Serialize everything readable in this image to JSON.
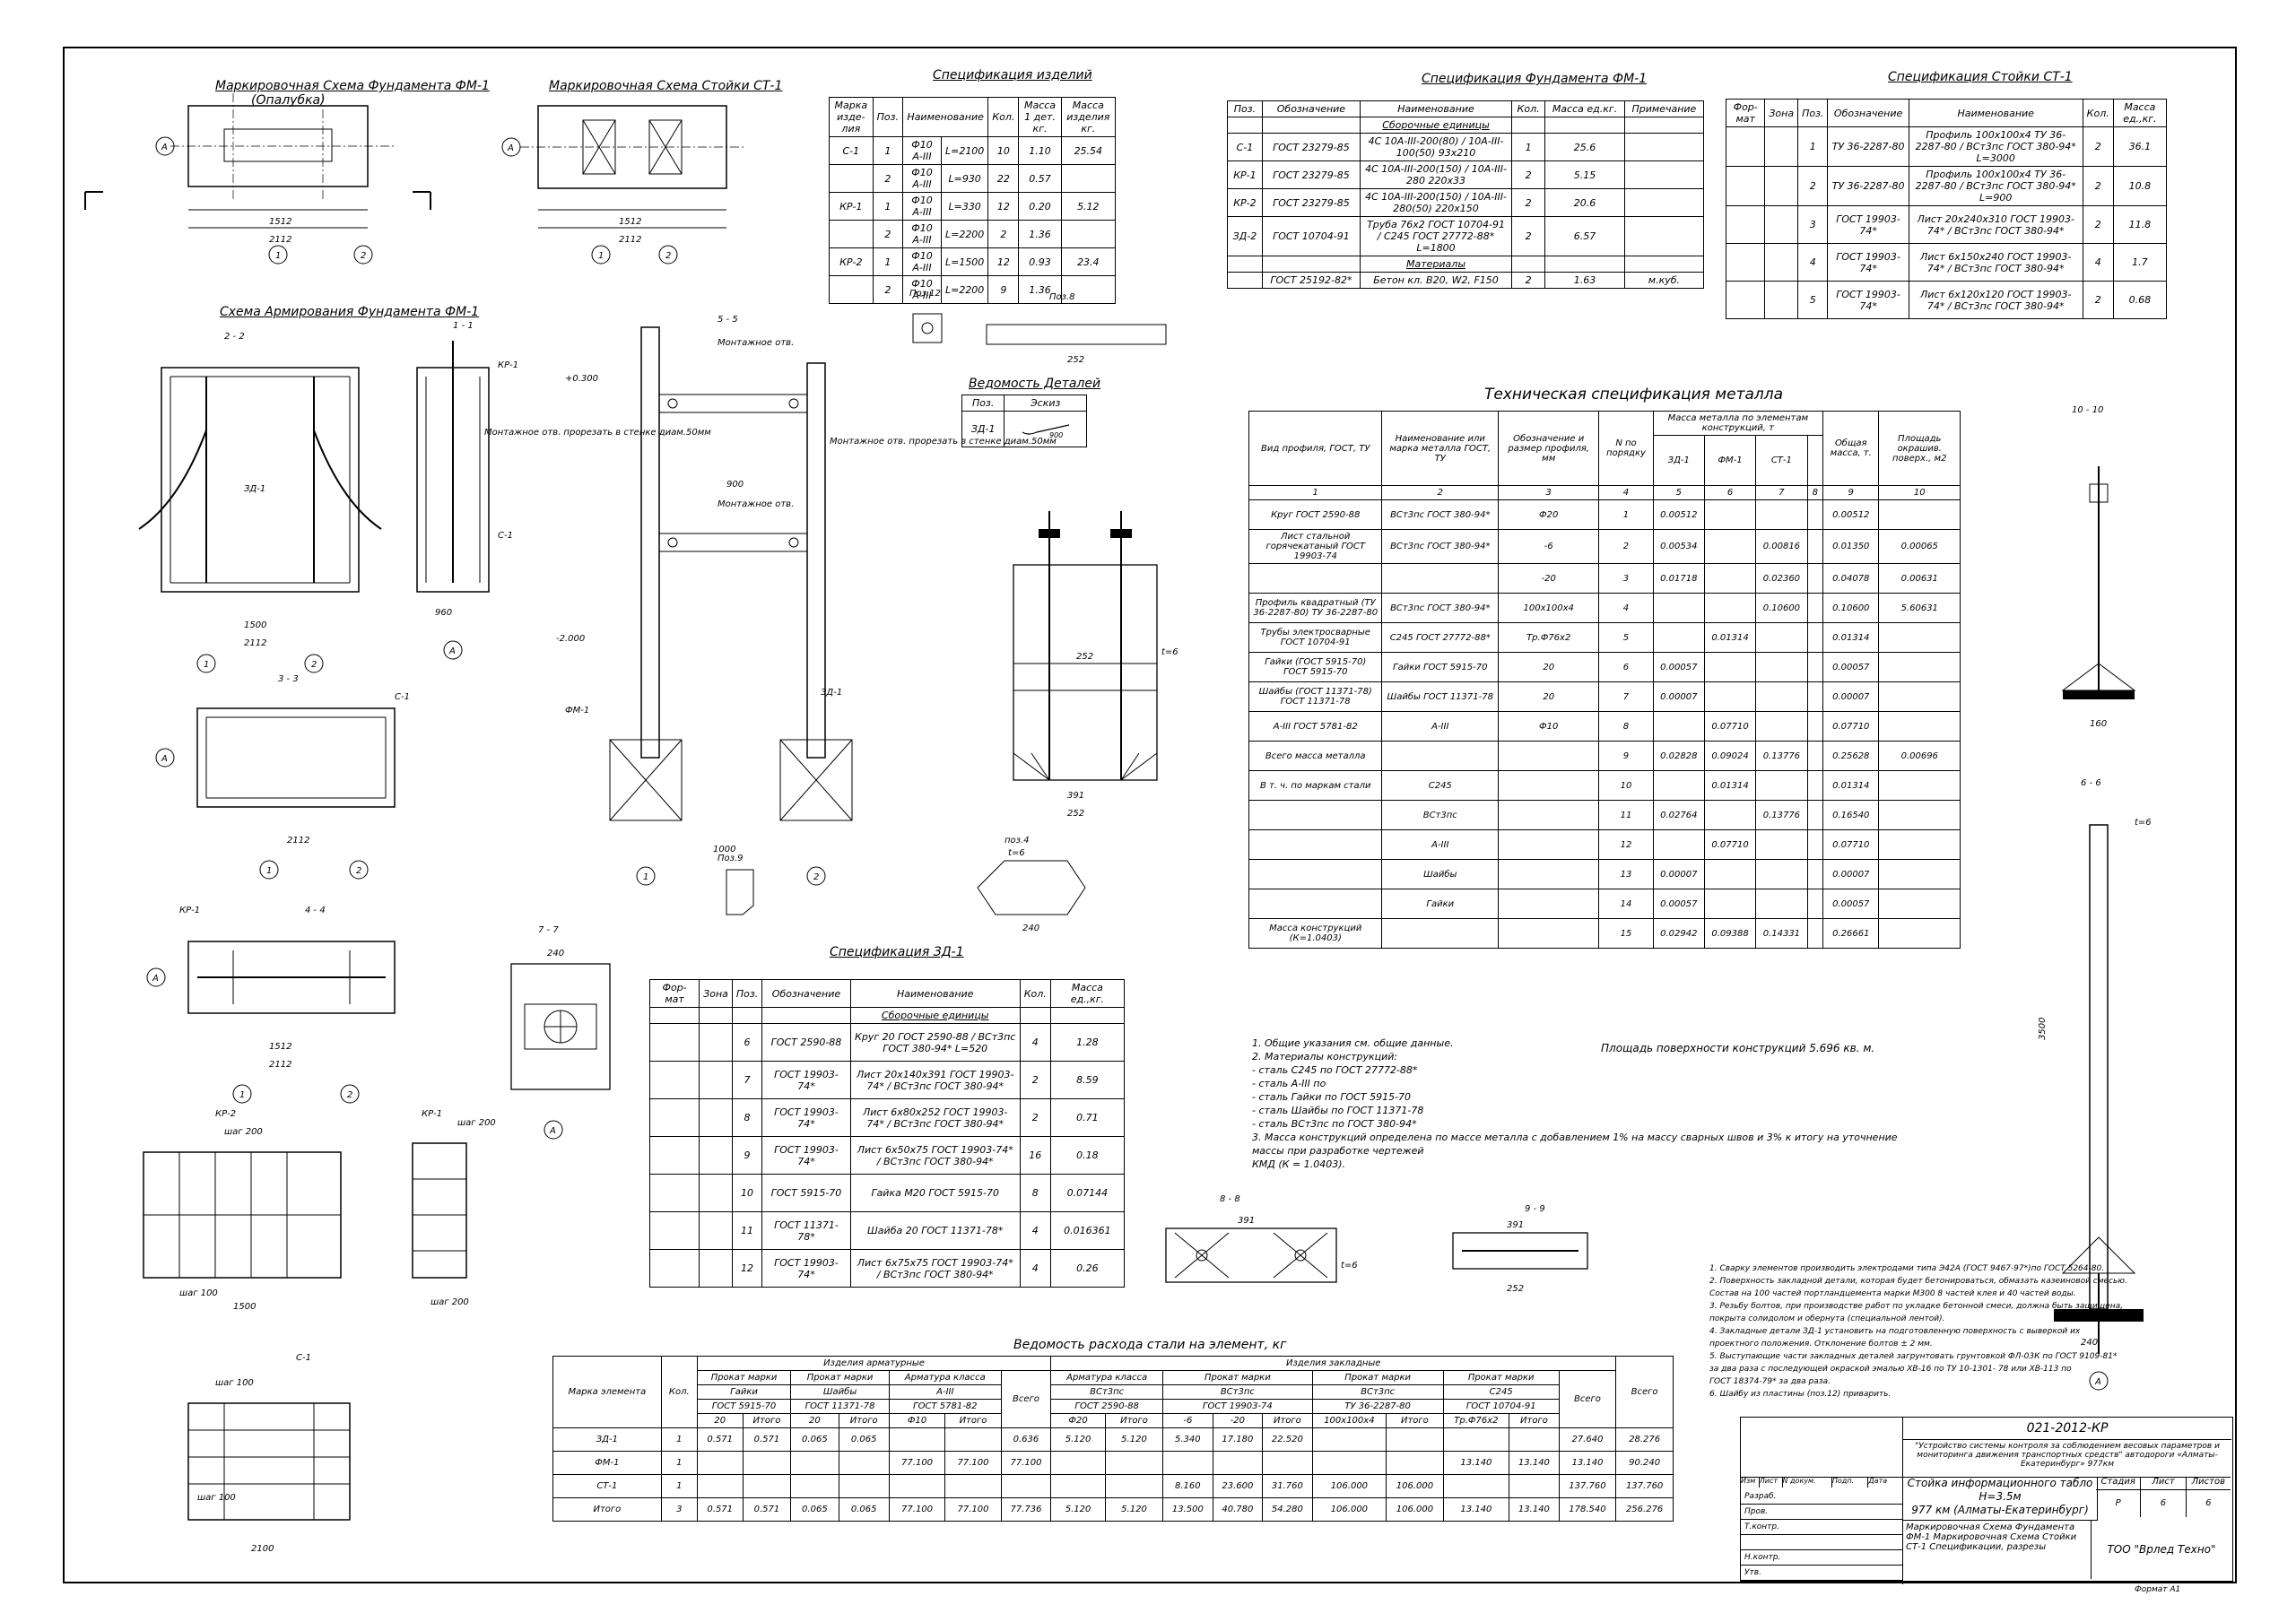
{
  "titles": {
    "fm1_marking": "Маркировочная Схема Фундамента ФМ-1",
    "fm1_marking_sub": "(Опалубка)",
    "st1_marking": "Маркировочная Схема Стойки СТ-1",
    "fm1_reinforcement": "Схема Армирования Фундамента ФМ-1",
    "spec_items": "Спецификация изделий",
    "spec_fm1": "Спецификация Фундамента ФМ-1",
    "spec_st1": "Спецификация Стойки СТ-1",
    "tech_spec": "Техническая спецификация металла",
    "spec_zd1": "Спецификация ЗД-1",
    "steel_consumption": "Ведомость расхода стали на элемент, кг",
    "details_list": "Ведомость Деталей",
    "section_11": "1 - 1",
    "section_22": "2 - 2",
    "section_33": "3 - 3",
    "section_44": "4 - 4",
    "section_55": "5 - 5",
    "section_66": "6 - 6",
    "section_77": "7 - 7",
    "section_88": "8 - 8",
    "section_99": "9 - 9",
    "section_1010": "10 - 10",
    "kr2": "КР-2",
    "kr1": "КР-1",
    "c1": "С-1",
    "pos12": "Поз.12",
    "pos8": "Поз.8",
    "pos9": "Поз.9",
    "pos4": "поз.4"
  },
  "spec_items": {
    "headers": [
      "Марка изде-лия",
      "Поз.",
      "Наименование",
      "Кол.",
      "Масса 1 дет. кг.",
      "Масса изделия кг."
    ],
    "rows": [
      [
        "С-1",
        "1",
        "Ф10 А-III",
        "L=2100",
        "10",
        "1.10",
        "25.54"
      ],
      [
        "",
        "2",
        "Ф10 А-III",
        "L=930",
        "22",
        "0.57",
        ""
      ],
      [
        "КР-1",
        "1",
        "Ф10 А-III",
        "L=330",
        "12",
        "0.20",
        "5.12"
      ],
      [
        "",
        "2",
        "Ф10 А-III",
        "L=2200",
        "2",
        "1.36",
        ""
      ],
      [
        "КР-2",
        "1",
        "Ф10 А-III",
        "L=1500",
        "12",
        "0.93",
        "23.4"
      ],
      [
        "",
        "2",
        "Ф10 А-III",
        "L=2200",
        "9",
        "1.36",
        ""
      ]
    ]
  },
  "spec_fm1": {
    "headers": [
      "Поз.",
      "Обозначение",
      "Наименование",
      "Кол.",
      "Масса ед.кг.",
      "Примечание"
    ],
    "group1": "Сборочные единицы",
    "rows": [
      [
        "С-1",
        "ГОСТ 23279-85",
        "4С 10А-III-200(80) / 10А-III-100(50) 93х210",
        "1",
        "25.6",
        ""
      ],
      [
        "КР-1",
        "ГОСТ 23279-85",
        "4С 10А-III-200(150) / 10А-III-280 220х33",
        "2",
        "5.15",
        ""
      ],
      [
        "КР-2",
        "ГОСТ 23279-85",
        "4С 10А-III-200(150) / 10А-III-280(50) 220х150",
        "2",
        "20.6",
        ""
      ],
      [
        "ЗД-2",
        "ГОСТ 10704-91",
        "Труба 76х2 ГОСТ 10704-91 / С245 ГОСТ 27772-88* L=1800",
        "2",
        "6.57",
        ""
      ]
    ],
    "group2": "Материалы",
    "material_row": [
      "",
      "ГОСТ 25192-82*",
      "Бетон кл. В20, W2, F150",
      "2",
      "1.63",
      "м.куб."
    ]
  },
  "spec_st1": {
    "headers": [
      "Фор-мат",
      "Зона",
      "Поз.",
      "Обозначение",
      "Наименование",
      "Кол.",
      "Масса ед.,кг."
    ],
    "rows": [
      [
        "",
        "",
        "1",
        "ТУ 36-2287-80",
        "Профиль 100х100х4 ТУ 36-2287-80 / ВСт3пс ГОСТ 380-94* L=3000",
        "2",
        "36.1"
      ],
      [
        "",
        "",
        "2",
        "ТУ 36-2287-80",
        "Профиль 100х100х4 ТУ 36-2287-80 / ВСт3пс ГОСТ 380-94* L=900",
        "2",
        "10.8"
      ],
      [
        "",
        "",
        "3",
        "ГОСТ 19903-74*",
        "Лист 20х240х310 ГОСТ 19903-74* / ВСт3пс ГОСТ 380-94*",
        "2",
        "11.8"
      ],
      [
        "",
        "",
        "4",
        "ГОСТ 19903-74*",
        "Лист 6х150х240 ГОСТ 19903-74* / ВСт3пс ГОСТ 380-94*",
        "4",
        "1.7"
      ],
      [
        "",
        "",
        "5",
        "ГОСТ 19903-74*",
        "Лист 6х120х120 ГОСТ 19903-74* / ВСт3пс ГОСТ 380-94*",
        "2",
        "0.68"
      ]
    ]
  },
  "tech_spec": {
    "headers": [
      "Вид профиля, ГОСТ, ТУ",
      "Наименование или марка металла ГОСТ, ТУ",
      "Обозначение и размер профиля, мм",
      "N по порядку",
      "ЗД-1",
      "ФМ-1",
      "СТ-1",
      "",
      "Общая масса, т.",
      "Площадь окрашив. поверх., м2"
    ],
    "group_header": "Масса металла по элементам конструкций, т",
    "numbers": [
      "1",
      "2",
      "3",
      "4",
      "5",
      "6",
      "7",
      "8",
      "9",
      "10"
    ],
    "rows": [
      [
        "Круг ГОСТ 2590-88",
        "ВСт3пс ГОСТ 380-94*",
        "Ф20",
        "1",
        "0.00512",
        "",
        "",
        "",
        "0.00512",
        ""
      ],
      [
        "Лист стальной горячекатаный ГОСТ 19903-74",
        "ВСт3пс ГОСТ 380-94*",
        "-6",
        "2",
        "0.00534",
        "",
        "0.00816",
        "",
        "0.01350",
        "0.00065"
      ],
      [
        "",
        "",
        "-20",
        "3",
        "0.01718",
        "",
        "0.02360",
        "",
        "0.04078",
        "0.00631"
      ],
      [
        "Профиль квадратный (ТУ 36-2287-80) ТУ 36-2287-80",
        "ВСт3пс ГОСТ 380-94*",
        "100х100х4",
        "4",
        "",
        "",
        "0.10600",
        "",
        "0.10600",
        "5.60631"
      ],
      [
        "Трубы электросварные ГОСТ 10704-91",
        "С245 ГОСТ 27772-88*",
        "Тр.Ф76х2",
        "5",
        "",
        "0.01314",
        "",
        "",
        "0.01314",
        ""
      ],
      [
        "Гайки (ГОСТ 5915-70) ГОСТ 5915-70",
        "Гайки ГОСТ 5915-70",
        "20",
        "6",
        "0.00057",
        "",
        "",
        "",
        "0.00057",
        ""
      ],
      [
        "Шайбы (ГОСТ 11371-78) ГОСТ 11371-78",
        "Шайбы ГОСТ 11371-78",
        "20",
        "7",
        "0.00007",
        "",
        "",
        "",
        "0.00007",
        ""
      ],
      [
        "А-III ГОСТ 5781-82",
        "А-III",
        "Ф10",
        "8",
        "",
        "0.07710",
        "",
        "",
        "0.07710",
        ""
      ],
      [
        "Всего масса металла",
        "",
        "",
        "9",
        "0.02828",
        "0.09024",
        "0.13776",
        "",
        "0.25628",
        "0.00696"
      ],
      [
        "В т. ч. по маркам стали",
        "С245",
        "",
        "10",
        "",
        "0.01314",
        "",
        "",
        "0.01314",
        ""
      ],
      [
        "",
        "ВСт3пс",
        "",
        "11",
        "0.02764",
        "",
        "0.13776",
        "",
        "0.16540",
        ""
      ],
      [
        "",
        "А-III",
        "",
        "12",
        "",
        "0.07710",
        "",
        "",
        "0.07710",
        ""
      ],
      [
        "",
        "Шайбы",
        "",
        "13",
        "0.00007",
        "",
        "",
        "",
        "0.00007",
        ""
      ],
      [
        "",
        "Гайки",
        "",
        "14",
        "0.00057",
        "",
        "",
        "",
        "0.00057",
        ""
      ],
      [
        "Масса конструкций (К=1.0403)",
        "",
        "",
        "15",
        "0.02942",
        "0.09388",
        "0.14331",
        "",
        "0.26661",
        ""
      ]
    ],
    "area_note": "Площадь поверхности конструкций 5.696 кв. м."
  },
  "general_notes": [
    "1. Общие указания см. общие данные.",
    "2. Материалы конструкций:",
    "- сталь С245 по ГОСТ 27772-88*",
    "- сталь А-III по",
    "- сталь Гайки по ГОСТ 5915-70",
    "- сталь Шайбы по ГОСТ 11371-78",
    "- сталь ВСт3пс по ГОСТ 380-94*",
    "3. Масса конструкций определена по массе металла с добавлением 1% на массу сварных швов и 3% к итогу на уточнение массы при разработке чертежей",
    "КМД (К = 1.0403)."
  ],
  "spec_zd1": {
    "headers": [
      "Фор-мат",
      "Зона",
      "Поз.",
      "Обозначение",
      "Наименование",
      "Кол.",
      "Масса ед.,кг."
    ],
    "group1": "Сборочные единицы",
    "rows": [
      [
        "",
        "",
        "6",
        "ГОСТ 2590-88",
        "Круг 20 ГОСТ 2590-88 / ВСт3пс ГОСТ 380-94* L=520",
        "4",
        "1.28"
      ],
      [
        "",
        "",
        "7",
        "ГОСТ 19903-74*",
        "Лист 20х140х391 ГОСТ 19903-74* / ВСт3пс ГОСТ 380-94*",
        "2",
        "8.59"
      ],
      [
        "",
        "",
        "8",
        "ГОСТ 19903-74*",
        "Лист 6х80х252 ГОСТ 19903-74* / ВСт3пс ГОСТ 380-94*",
        "2",
        "0.71"
      ],
      [
        "",
        "",
        "9",
        "ГОСТ 19903-74*",
        "Лист 6х50х75 ГОСТ 19903-74* / ВСт3пс ГОСТ 380-94*",
        "16",
        "0.18"
      ],
      [
        "",
        "",
        "10",
        "ГОСТ 5915-70",
        "Гайка М20 ГОСТ 5915-70",
        "8",
        "0.07144"
      ],
      [
        "",
        "",
        "11",
        "ГОСТ 11371-78*",
        "Шайба 20 ГОСТ 11371-78*",
        "4",
        "0.016361"
      ],
      [
        "",
        "",
        "12",
        "ГОСТ 19903-74*",
        "Лист 6х75х75 ГОСТ 19903-74* / ВСт3пс ГОСТ 380-94*",
        "4",
        "0.26"
      ]
    ]
  },
  "details_list": {
    "headers": [
      "Поз.",
      "Эскиз"
    ],
    "row": [
      "ЗД-1",
      "900"
    ]
  },
  "steel_consumption": {
    "group_a": "Изделия арматурные",
    "group_b": "Изделия закладные",
    "mark_header": "Марка элемента",
    "qty_header": "Кол.",
    "sub_a": [
      "Прокат марки",
      "Прокат марки",
      "Арматура класса"
    ],
    "sub_a2": [
      "Гайки",
      "Шайбы",
      "А-III"
    ],
    "sub_a3": [
      "ГОСТ 5915-70",
      "ГОСТ 11371-78",
      "ГОСТ 5781-82"
    ],
    "sub_b": [
      "Арматура класса",
      "Прокат марки",
      "Прокат марки",
      "Прокат марки"
    ],
    "sub_b2": [
      "ВСт3пс",
      "ВСт3пс",
      "ВСт3пс",
      "С245"
    ],
    "sub_b3": [
      "ГОСТ 2590-88",
      "ГОСТ 19903-74",
      "ТУ 36-2287-80",
      "ГОСТ 10704-91"
    ],
    "col_heads": [
      "20",
      "Итого",
      "20",
      "Итого",
      "Ф10",
      "Итого",
      "Всего",
      "Ф20",
      "Итого",
      "-6",
      "-20",
      "Итого",
      "100х100х4",
      "Итого",
      "Тр.Ф76х2",
      "Итого",
      "Всего",
      "Всего"
    ],
    "rows": [
      [
        "ЗД-1",
        "1",
        "0.571",
        "0.571",
        "0.065",
        "0.065",
        "",
        "",
        "0.636",
        "5.120",
        "5.120",
        "5.340",
        "17.180",
        "22.520",
        "",
        "",
        "",
        "",
        "27.640",
        "28.276"
      ],
      [
        "ФМ-1",
        "1",
        "",
        "",
        "",
        "",
        "77.100",
        "77.100",
        "77.100",
        "",
        "",
        "",
        "",
        "",
        "",
        "",
        "13.140",
        "13.140",
        "13.140",
        "90.240"
      ],
      [
        "СТ-1",
        "1",
        "",
        "",
        "",
        "",
        "",
        "",
        "",
        "",
        "",
        "8.160",
        "23.600",
        "31.760",
        "106.000",
        "106.000",
        "",
        "",
        "137.760",
        "137.760"
      ],
      [
        "Итого",
        "3",
        "0.571",
        "0.571",
        "0.065",
        "0.065",
        "77.100",
        "77.100",
        "77.736",
        "5.120",
        "5.120",
        "13.500",
        "40.780",
        "54.280",
        "106.000",
        "106.000",
        "13.140",
        "13.140",
        "178.540",
        "256.276"
      ]
    ]
  },
  "construction_notes": [
    "1. Сварку элементов производить электродами типа Э42А (ГОСТ 9467-97*)по ГОСТ 5264-80.",
    "2. Поверхность закладной детали, которая будет бетонироваться, обмазать казеиновой смесью.",
    "Состав на 100 частей портландцемента марки М300 8 частей клея и 40 частей воды.",
    "3. Резьбу болтов, при производстве работ по укладке бетонной смеси, должна быть защищена,",
    "покрыта солидолом и обернута (специальной лентой).",
    "4. Закладные детали ЗД-1 установить на подготовленную поверхность с выверкой их",
    "проектного положения. Отклонение болтов ± 2 мм.",
    "5. Выступающие части закладных деталей загрунтовать грунтовкой ФЛ-03К по ГОСТ 9109-81*",
    "за два раза с последующей окраской эмалью ХВ-16 по ТУ 10-1301- 78 или ХВ-113 по",
    "ГОСТ 18374-79* за два раза.",
    "6. Шайбу из пластины (поз.12) приварить."
  ],
  "title_block": {
    "code": "021-2012-КР",
    "project": "\"Устройство системы контроля за соблюдением весовых параметров и мониторинга движения транспортных средств\" автодороги «Алматы-Екатеринбург» 977км",
    "object_line1": "Стойка информационного табло",
    "object_line2": "Н=3.5м",
    "object_line3": "977 км (Алматы-Екатеринбург)",
    "sheet_content": "Маркировочная Схема Фундамента ФМ-1 Маркировочная Схема Стойки СТ-1 Спецификации, разрезы",
    "company": "ТОО \"Врлед Техно\"",
    "stage_label": "Стадия",
    "sheet_label": "Лист",
    "sheets_label": "Листов",
    "stage": "Р",
    "sheet": "6",
    "sheets": "6",
    "rev_headers": [
      "Изм",
      "Лист",
      "N докум.",
      "Подп.",
      "Дата"
    ],
    "roles": [
      "Разраб.",
      "Пров.",
      "Т.контр.",
      "",
      "Н.контр.",
      "Утв."
    ],
    "format": "Формат А1"
  },
  "annotations": {
    "montage_hole": "Монтажное отв.",
    "cut_note": "Монтажное отв. прорезать в стенке диам.50мм",
    "level_top": "+0.300",
    "level_bottom": "-2.000",
    "t6": "t=6",
    "fm1": "ФМ-1",
    "zd1": "ЗД-1",
    "c1": "С-1",
    "kr1": "КР-1",
    "step200": "шаг 200",
    "step100": "шаг 100",
    "dim_2112": "2112",
    "dim_1512": "1512",
    "dim_1000": "1000",
    "dim_900": "900",
    "dim_3500": "3500",
    "dim_391": "391",
    "dim_252": "252",
    "dim_240": "240",
    "dim_1500": "1500",
    "dim_2100": "2100",
    "dim_960": "960",
    "dim_160": "160",
    "dim_100": "100",
    "axis_a": "А",
    "axis_1": "1",
    "axis_2": "2"
  }
}
